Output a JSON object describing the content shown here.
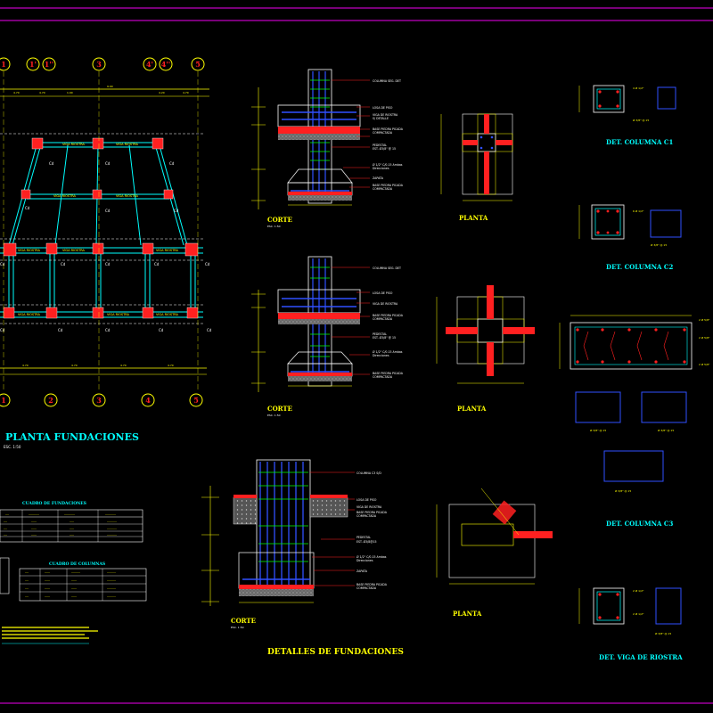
{
  "titles": {
    "planta_fundaciones": "PLANTA FUNDACIONES",
    "planta_escala": "ESC. 1:50",
    "detalles": "DETALLES DE FUNDACIONES",
    "corte": "CORTE",
    "planta": "PLANTA",
    "det_c1": "DET. COLUMNA C1",
    "det_c2": "DET. COLUMNA C2",
    "det_c3": "DET. COLUMNA C3",
    "det_viga": "DET. VIGA DE RIOSTRA",
    "cuadro_fund": "CUADRO DE FUNDACIONES",
    "cuadro_col": "CUADRO DE COLUMNAS"
  },
  "axes": {
    "top": [
      "1",
      "1'",
      "1''",
      "3",
      "4'",
      "4''",
      "5"
    ],
    "bottom": [
      "1",
      "2",
      "3",
      "4",
      "5"
    ]
  },
  "colors": {
    "background": "#000000",
    "frame": "#c000c0",
    "yellow": "#ffff00",
    "cyan": "#00ffff",
    "red": "#ff2020",
    "white": "#ffffff",
    "green": "#00ff00",
    "blue": "#3050ff",
    "magenta": "#ff00ff"
  }
}
